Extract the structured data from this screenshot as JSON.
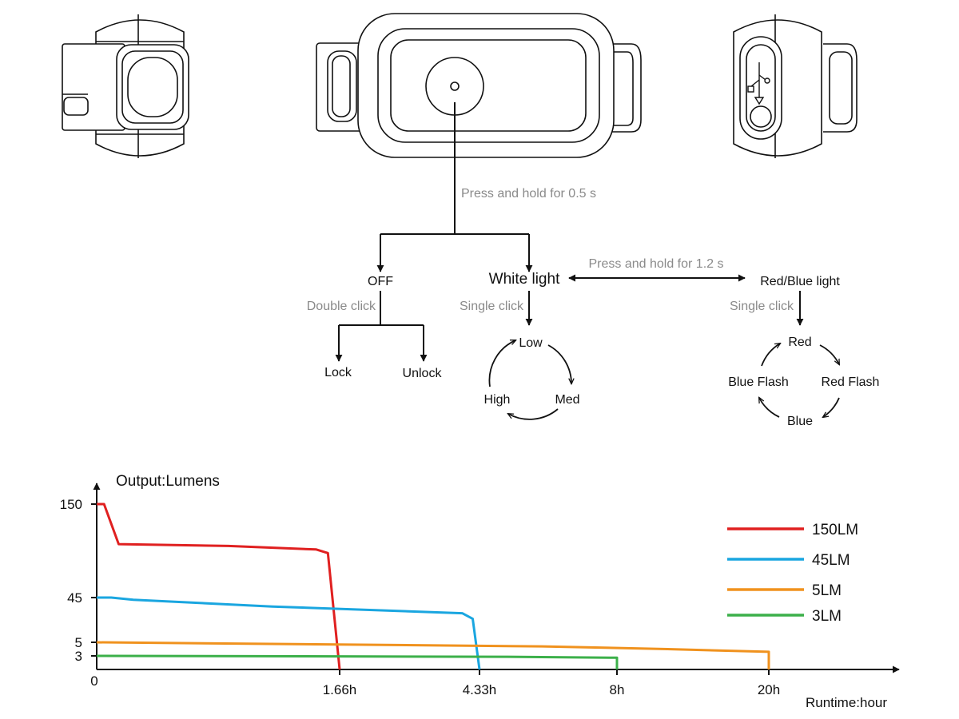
{
  "flow": {
    "hold_05": "Press and hold for 0.5 s",
    "hold_12": "Press and hold for 1.2 s",
    "off": "OFF",
    "white_light": "White light",
    "red_blue_light": "Red/Blue light",
    "double_click": "Double click",
    "single_click_white": "Single click",
    "single_click_red": "Single click",
    "lock": "Lock",
    "unlock": "Unlock",
    "low": "Low",
    "med": "Med",
    "high": "High",
    "red": "Red",
    "red_flash": "Red Flash",
    "blue": "Blue",
    "blue_flash": "Blue Flash"
  },
  "chart_data": {
    "type": "line",
    "ylabel": "Output:Lumens",
    "xlabel": "Runtime:hour",
    "origin_label": "0",
    "y_ticks": [
      "150",
      "45",
      "5",
      "3"
    ],
    "x_ticks": [
      "1.66h",
      "4.33h",
      "8h",
      "20h"
    ],
    "series": [
      {
        "name": "150LM",
        "color": "#e02020",
        "points": [
          [
            0,
            150
          ],
          [
            0.05,
            150
          ],
          [
            0.15,
            105
          ],
          [
            0.9,
            103
          ],
          [
            1.5,
            99
          ],
          [
            1.58,
            95
          ],
          [
            1.66,
            0
          ]
        ]
      },
      {
        "name": "45LM",
        "color": "#1aa6e0",
        "points": [
          [
            0,
            45
          ],
          [
            0.1,
            45
          ],
          [
            0.25,
            43
          ],
          [
            1.2,
            37
          ],
          [
            4.0,
            31
          ],
          [
            4.2,
            26
          ],
          [
            4.33,
            0
          ]
        ]
      },
      {
        "name": "5LM",
        "color": "#f0921e",
        "points": [
          [
            0,
            5
          ],
          [
            6,
            4.4
          ],
          [
            12,
            4
          ],
          [
            20,
            3.6
          ],
          [
            20,
            0
          ]
        ]
      },
      {
        "name": "3LM",
        "color": "#3cb04a",
        "points": [
          [
            0,
            3
          ],
          [
            5,
            2.8
          ],
          [
            8,
            2.6
          ],
          [
            8,
            0
          ]
        ]
      }
    ],
    "legend_position": "right"
  }
}
